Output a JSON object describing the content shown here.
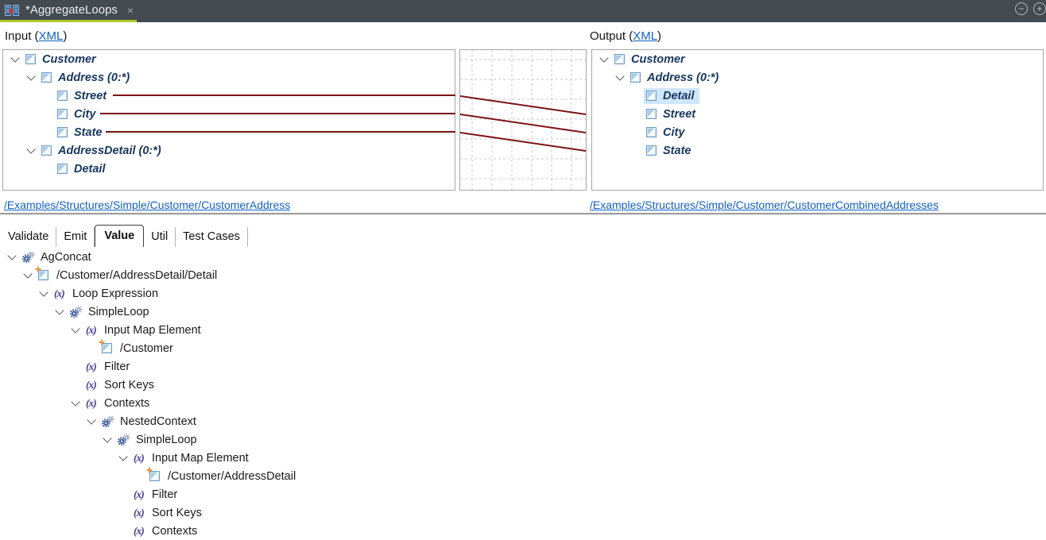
{
  "titlebar": {
    "tab_label": "*AggregateLoops",
    "close_glyph": "×",
    "zoom_out_glyph": "−",
    "zoom_in_glyph": "+"
  },
  "io": {
    "input_header": {
      "prefix": "Input (",
      "link": "XML",
      "suffix": ")"
    },
    "output_header": {
      "prefix": "Output (",
      "link": "XML",
      "suffix": ")"
    }
  },
  "input_tree": {
    "rows": [
      {
        "label": "Customer"
      },
      {
        "label": "Address (0:*)"
      },
      {
        "label": "Street"
      },
      {
        "label": "City"
      },
      {
        "label": "State"
      },
      {
        "label": "AddressDetail (0:*)"
      },
      {
        "label": "Detail"
      }
    ],
    "link": "/Examples/Structures/Simple/Customer/CustomerAddress"
  },
  "output_tree": {
    "rows": [
      {
        "label": "Customer"
      },
      {
        "label": "Address (0:*)"
      },
      {
        "label": "Detail",
        "selected": true
      },
      {
        "label": "Street"
      },
      {
        "label": "City"
      },
      {
        "label": "State"
      }
    ],
    "link": "/Examples/Structures/Simple/Customer/CustomerCombinedAddresses"
  },
  "mappings": [
    {
      "from": "Street",
      "to": "Street"
    },
    {
      "from": "City",
      "to": "City"
    },
    {
      "from": "State",
      "to": "State"
    }
  ],
  "tabs": [
    {
      "label": "Validate"
    },
    {
      "label": "Emit"
    },
    {
      "label": "Value",
      "selected": true
    },
    {
      "label": "Util"
    },
    {
      "label": "Test Cases"
    }
  ],
  "value_tree": {
    "rows": [
      {
        "level": 0,
        "expanded": true,
        "icon": "gears",
        "label": "AgConcat"
      },
      {
        "level": 1,
        "expanded": true,
        "icon": "element-star",
        "label": "/Customer/AddressDetail/Detail"
      },
      {
        "level": 2,
        "expanded": true,
        "icon": "fx",
        "label": "Loop Expression"
      },
      {
        "level": 3,
        "expanded": true,
        "icon": "gears",
        "label": "SimpleLoop"
      },
      {
        "level": 4,
        "expanded": true,
        "icon": "fx",
        "label": "Input Map Element"
      },
      {
        "level": 5,
        "expanded": false,
        "icon": "element-star",
        "label": "/Customer"
      },
      {
        "level": 4,
        "expanded": false,
        "icon": "fx",
        "label": "Filter"
      },
      {
        "level": 4,
        "expanded": false,
        "icon": "fx",
        "label": "Sort Keys"
      },
      {
        "level": 4,
        "expanded": true,
        "icon": "fx",
        "label": "Contexts"
      },
      {
        "level": 5,
        "expanded": true,
        "icon": "gears",
        "label": "NestedContext"
      },
      {
        "level": 6,
        "expanded": true,
        "icon": "gears",
        "label": "SimpleLoop"
      },
      {
        "level": 7,
        "expanded": true,
        "icon": "fx",
        "label": "Input Map Element"
      },
      {
        "level": 8,
        "expanded": false,
        "icon": "element-star",
        "label": "/Customer/AddressDetail"
      },
      {
        "level": 7,
        "expanded": false,
        "icon": "fx",
        "label": "Filter"
      },
      {
        "level": 7,
        "expanded": false,
        "icon": "fx",
        "label": "Sort Keys"
      },
      {
        "level": 7,
        "expanded": false,
        "icon": "fx",
        "label": "Contexts"
      }
    ]
  },
  "icons": {
    "fx": "(x)"
  },
  "colors": {
    "titlebar_bg": "#434a50",
    "accent_underline": "#b2c930",
    "map_line": "#7c1315",
    "link_blue": "#1360c4",
    "selection_highlight": "#cfe7fb",
    "tree_text_navy": "#17365d"
  }
}
